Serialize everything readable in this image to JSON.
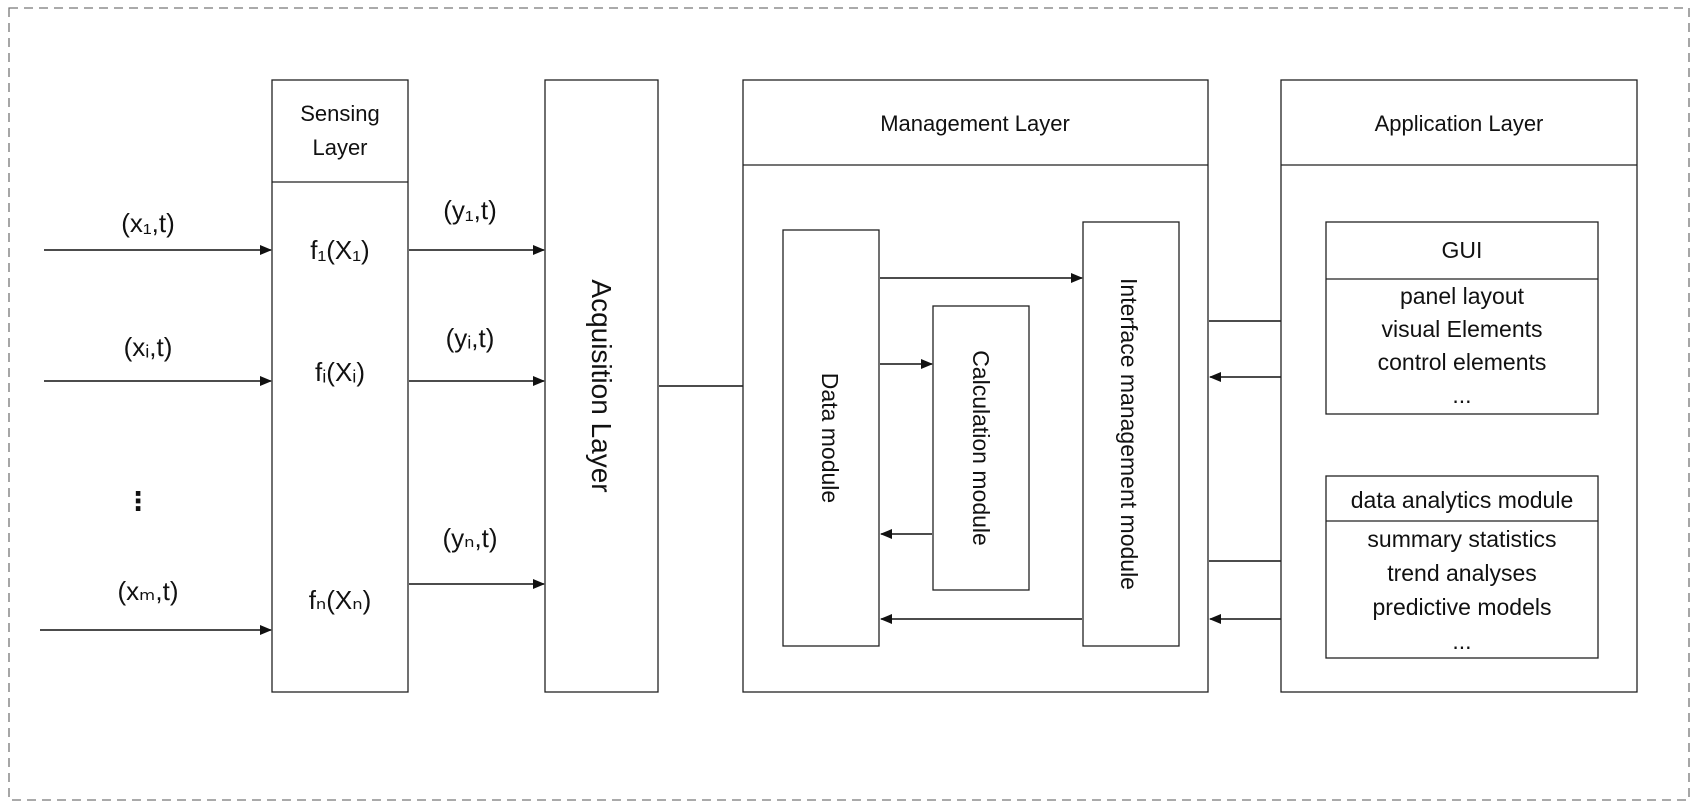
{
  "inputs": [
    {
      "label": "(x₁,t)"
    },
    {
      "label": "(xᵢ,t)"
    },
    {
      "label": "⋮"
    },
    {
      "label": "(xₘ,t)"
    }
  ],
  "sensing_layer": {
    "title_line1": "Sensing",
    "title_line2": "Layer",
    "functions": [
      "f₁(X₁)",
      "fᵢ(Xᵢ)",
      "fₙ(Xₙ)"
    ]
  },
  "outputs": [
    "(y₁,t)",
    "(yᵢ,t)",
    "(yₙ,t)"
  ],
  "acquisition_layer": {
    "title": "Acquisition Layer"
  },
  "management_layer": {
    "title": "Management  Layer",
    "data_module": "Data module",
    "calculation_module": "Calculation module",
    "interface_module": "Interface management module"
  },
  "application_layer": {
    "title": "Application  Layer",
    "gui": {
      "title": "GUI",
      "items": [
        "panel layout",
        "visual Elements",
        "control elements",
        "..."
      ]
    },
    "analytics": {
      "title": "data analytics module",
      "items": [
        "summary statistics",
        "trend analyses",
        "predictive models",
        "..."
      ]
    }
  }
}
